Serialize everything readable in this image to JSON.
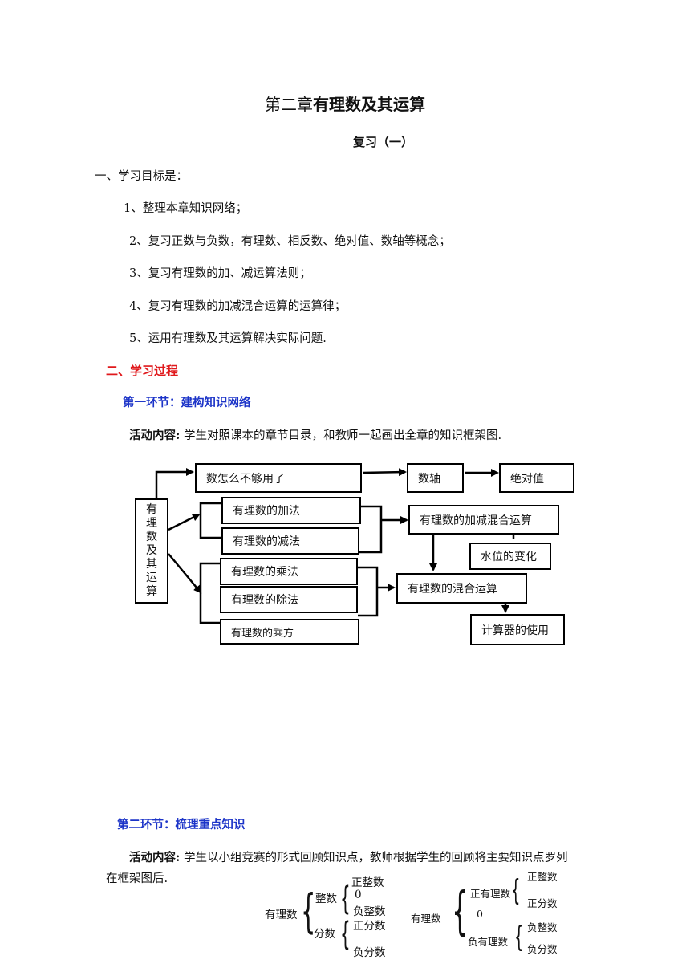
{
  "title": {
    "normal": "第二章",
    "bold": "有理数及其运算"
  },
  "subtitle": "复习（一）",
  "section1": {
    "heading": "一、学习目标是：",
    "items": [
      "1、整理本章知识网络；",
      "2、复习正数与负数，有理数、相反数、绝对值、数轴等概念；",
      "3、复习有理数的加、减运算法则；",
      "4、复习有理数的加减混合运算的运算律；",
      "5、运用有理数及其运算解决实际问题."
    ]
  },
  "section2": {
    "heading": "二、学习过程",
    "part1": {
      "heading": "第一环节：建构知识网络",
      "activity_label": "活动内容:",
      "activity_text": "学生对照课本的章节目录，和教师一起画出全章的知识框架图."
    },
    "part2": {
      "heading": "第二环节：梳理重点知识",
      "activity_label": "活动内容:",
      "activity_text_line1": "学生以小组竞赛的形式回顾知识点，教师根据学生的回顾将主要知识点罗列",
      "activity_text_line2": "在框架图后."
    }
  },
  "diagram": {
    "root": [
      "有",
      "理",
      "数",
      "及",
      "其",
      "运",
      "算"
    ],
    "boxes": {
      "not_enough": "数怎么不够用了",
      "number_line": "数轴",
      "absolute_value": "绝对值",
      "addition": "有理数的加法",
      "subtraction": "有理数的减法",
      "add_sub_mixed": "有理数的加减混合运算",
      "water_level": "水位的变化",
      "multiplication": "有理数的乘法",
      "division": "有理数的除法",
      "mixed_ops": "有理数的混合运算",
      "power": "有理数的乘方",
      "calculator": "计算器的使用"
    }
  },
  "classification1": {
    "root": "有理数",
    "integer": "整数",
    "pos_int": "正整数",
    "zero": "0",
    "neg_int": "负整数",
    "fraction": "分数",
    "pos_frac": "正分数",
    "neg_frac": "负分数"
  },
  "classification2": {
    "root": "有理数",
    "pos_rational": "正有理数",
    "pos_int": "正整数",
    "pos_frac": "正分数",
    "zero": "0",
    "neg_rational": "负有理数",
    "neg_int": "负整数",
    "neg_frac": "负分数"
  }
}
